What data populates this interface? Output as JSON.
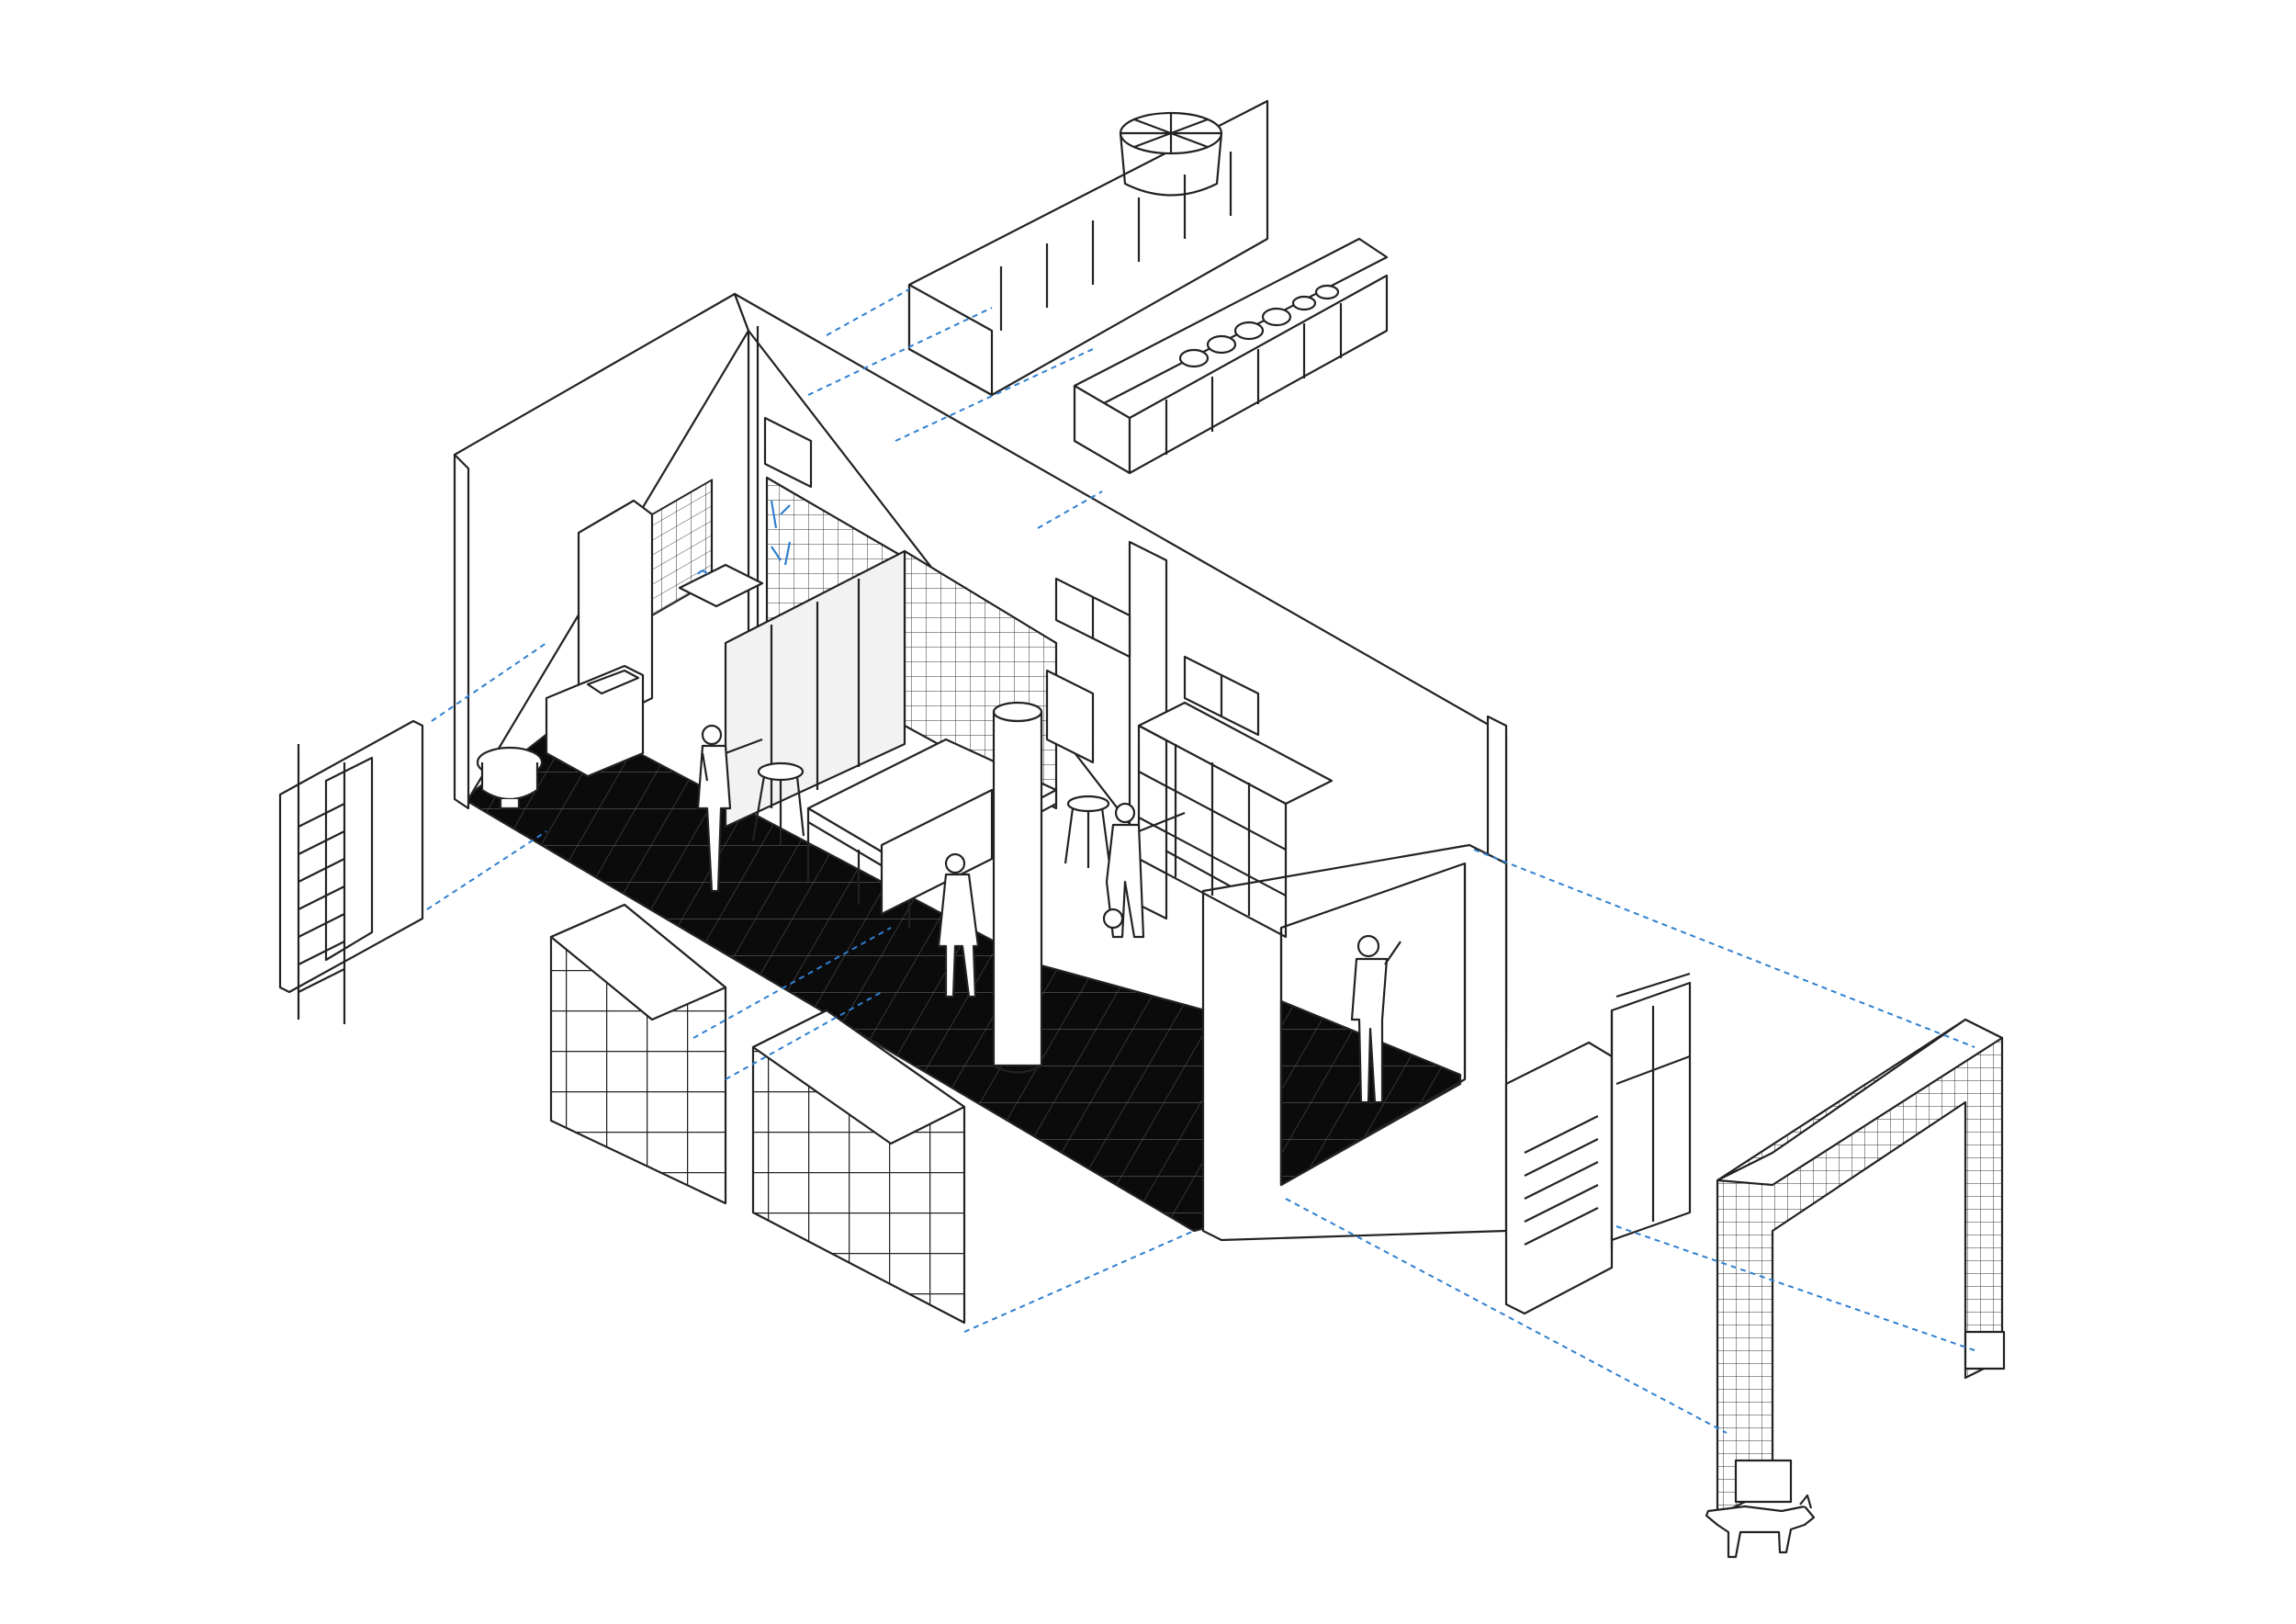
{
  "diagram": {
    "type": "exploded-axonometric",
    "style": "line-drawing",
    "colors": {
      "background": "#ffffff",
      "line": "#222222",
      "floor": "#0b0b0b",
      "floor_grid": "#5a5a5a",
      "projection": "#2f7fd0",
      "fixture_accent": "#2f7fd0"
    },
    "components": [
      {
        "id": "room-shell",
        "kind": "walls-and-floor"
      },
      {
        "id": "roof-water-tank-box",
        "kind": "rooftop-element"
      },
      {
        "id": "roof-planter",
        "kind": "rooftop-element"
      },
      {
        "id": "entry-door-ladder",
        "kind": "exploded-element"
      },
      {
        "id": "shelving-unit-1",
        "kind": "exploded-element"
      },
      {
        "id": "shelving-unit-2",
        "kind": "exploded-element"
      },
      {
        "id": "louvered-window-frame",
        "kind": "exploded-element"
      },
      {
        "id": "mesh-facade-frame",
        "kind": "exploded-element"
      },
      {
        "id": "column",
        "kind": "structural"
      },
      {
        "id": "kitchen-island",
        "kind": "furniture"
      },
      {
        "id": "people",
        "kind": "figures",
        "count": 5
      },
      {
        "id": "dog",
        "kind": "figure"
      }
    ]
  }
}
